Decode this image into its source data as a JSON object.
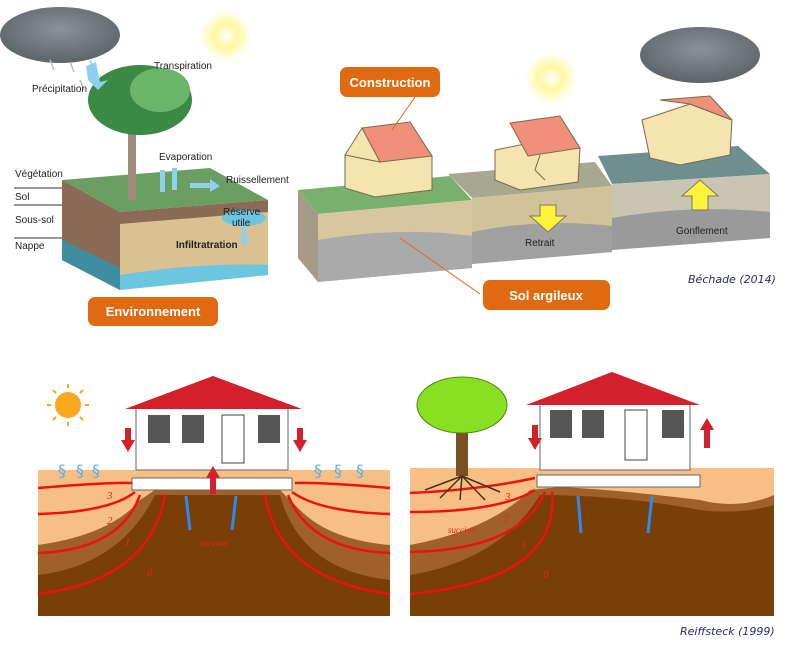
{
  "environment_diagram": {
    "labels": {
      "precipitation": "Précipitation",
      "transpiration": "Transpiration",
      "evaporation": "Evaporation",
      "ruissellement": "Ruissellement",
      "reserve_line1": "Réserve",
      "reserve_line2": "utile",
      "infiltration": "Infiltratration",
      "vegetation": "Végétation",
      "sol": "Sol",
      "sous_sol": "Sous-sol",
      "nappe": "Nappe"
    },
    "button": "Environnement"
  },
  "construction_diagram": {
    "construction_button": "Construction",
    "sol_button": "Sol argileux",
    "retrait": "Retrait",
    "gonflement": "Gonflement",
    "citation": "Béchade (2014)"
  },
  "suction_diagrams": {
    "left": {
      "contours": [
        "3",
        "2",
        "1",
        "0"
      ],
      "succion": "succion"
    },
    "right": {
      "contours": [
        "3",
        "2",
        "1",
        "0"
      ],
      "succion": "succion"
    },
    "citation": "Reiffsteck (1999)"
  },
  "colors": {
    "accent": "#E06A12",
    "citation": "#2a2a6a",
    "contour": "#ee1111"
  }
}
